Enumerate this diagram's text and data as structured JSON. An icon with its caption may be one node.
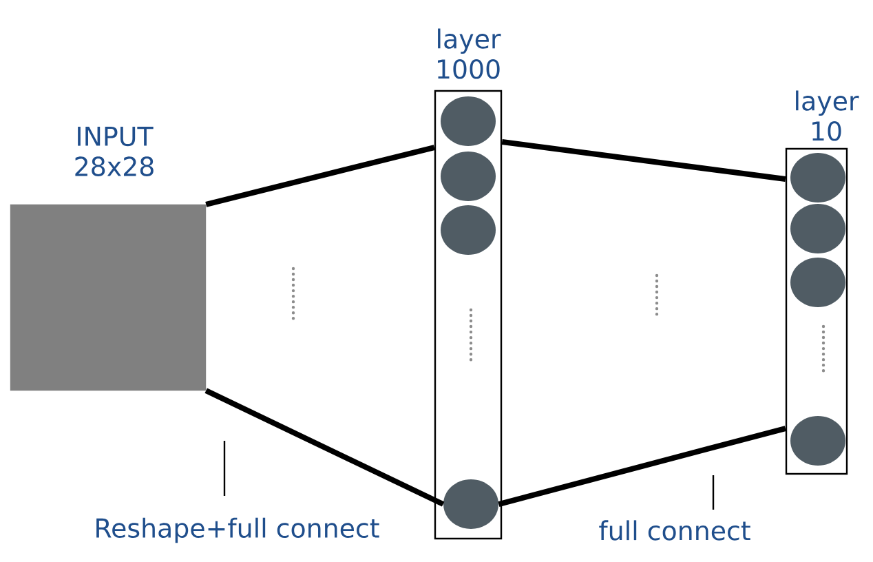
{
  "diagram": {
    "nodes": [
      {
        "text": [
          "INPUT 28x28"
        ]
      },
      {
        "text": [
          "layer 1000"
        ]
      },
      {
        "text": [],
        "shape": "circle",
        "in": 1
      },
      {
        "text": [],
        "shape": "circle",
        "in": 1
      },
      {
        "text": [],
        "shape": "circle",
        "in": 1
      },
      {
        "text": [],
        "shape": "circle",
        "in": 1
      },
      {
        "text": [
          "layer 10"
        ]
      },
      {
        "text": [],
        "shape": "circle",
        "in": 6
      },
      {
        "text": [],
        "shape": "circle",
        "in": 6
      },
      {
        "text": [],
        "shape": "circle",
        "in": 6
      },
      {
        "text": [],
        "shape": "circle",
        "in": 6
      }
    ],
    "edges": [
      {
        "from": 0,
        "to": 1,
        "arrow": "none"
      },
      {
        "from": 0,
        "to": 5,
        "arrow": "none"
      },
      {
        "from": 1,
        "to": 6,
        "arrow": "none"
      },
      {
        "from": 5,
        "to": 10,
        "arrow": "none"
      }
    ],
    "labels": [
      "Reshape+full connect",
      "full connect"
    ]
  }
}
